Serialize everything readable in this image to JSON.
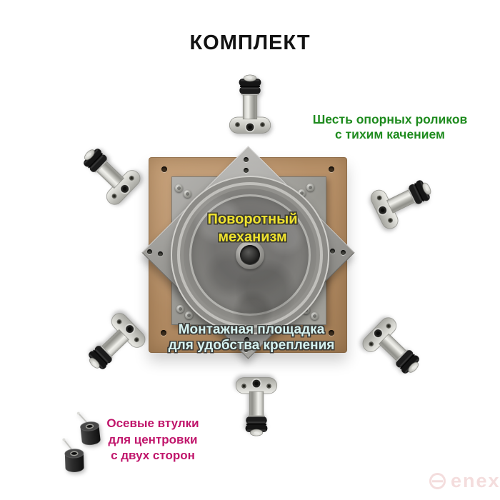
{
  "title": "КОМПЛЕКТ",
  "kit": {
    "roller_count": 6,
    "bushing_count": 2
  },
  "labels": {
    "rollers": {
      "line1": "Шесть опорных роликов",
      "line2": "с тихим качением",
      "color": "#1e8b1e"
    },
    "mechanism": {
      "line1": "Поворотный",
      "line2": "механизм",
      "color": "#efe22f"
    },
    "platform": {
      "line1": "Монтажная площадка",
      "line2": "для удобства крепления",
      "color": "#d6f2f0"
    },
    "bushings": {
      "line1": "Осевые втулки",
      "line2": "для центровки",
      "line3": "с двух сторон",
      "color": "#c0156b"
    }
  },
  "watermark": {
    "text": "enex",
    "color": "#f4dddd"
  }
}
